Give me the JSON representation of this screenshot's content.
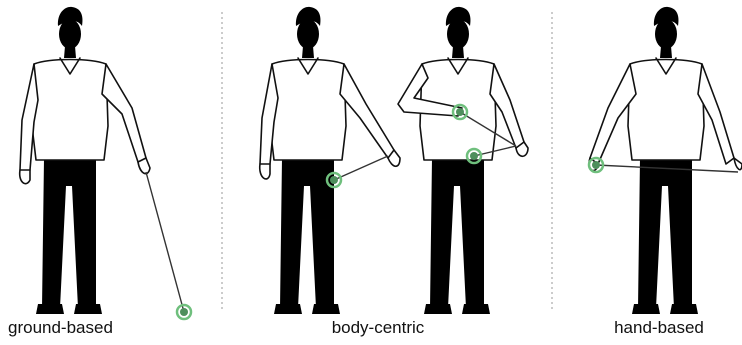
{
  "captions": {
    "ground": "ground-based",
    "body": "body-centric",
    "hand": "hand-based"
  },
  "colors": {
    "marker_ring": "#6fbf7d",
    "marker_core": "#4e8f5c",
    "ink": "#111111",
    "divider": "#9a9a9a"
  },
  "icons": [
    "person-figure",
    "anchor-marker",
    "tether-line"
  ]
}
